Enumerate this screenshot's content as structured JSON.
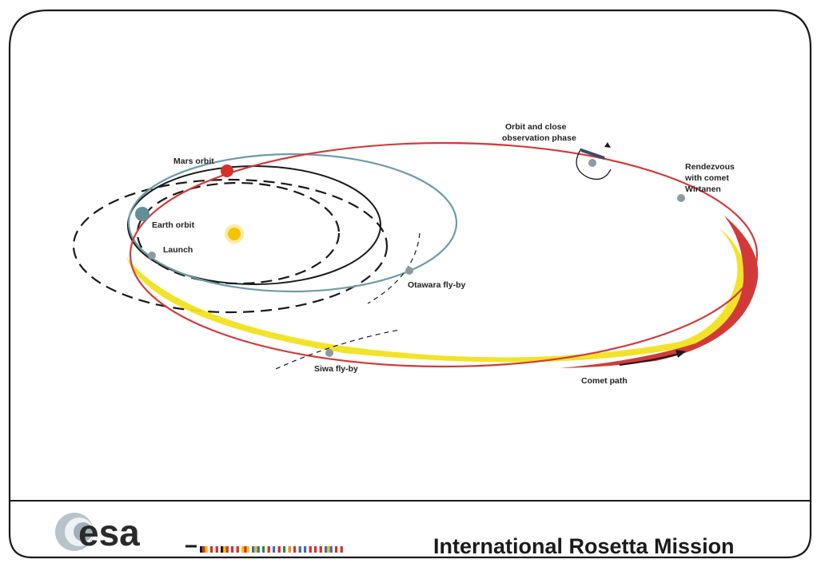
{
  "labels": {
    "mars_orbit": "Mars orbit",
    "earth_orbit": "Earth orbit",
    "launch": "Launch",
    "orbit_phase_1": "Orbit and close",
    "orbit_phase_2": "observation phase",
    "rendezvous_1": "Rendezvous",
    "rendezvous_2": "with comet",
    "rendezvous_3": "Wirtanen",
    "otawara": "Otawara fly-by",
    "siwa": "Siwa fly-by",
    "comet_path": "Comet path"
  },
  "footer": {
    "logo_text": "esa",
    "title": "International Rosetta Mission"
  },
  "colors": {
    "comet_orbit": "#d23a3a",
    "comet_tail": "#f2e21c",
    "rosetta_path": "#6f9aa8",
    "planet_orbits": "#1a1a1a",
    "sun": "#f4c400",
    "mars": "#d7302a",
    "earth": "#5f8f99",
    "markers": "#8c9aa3"
  },
  "icons": {
    "sun": "sun-icon",
    "spacecraft": "rosetta-spacecraft-icon",
    "logo": "esa-logo-icon",
    "flags": "member-state-flags-icon"
  }
}
